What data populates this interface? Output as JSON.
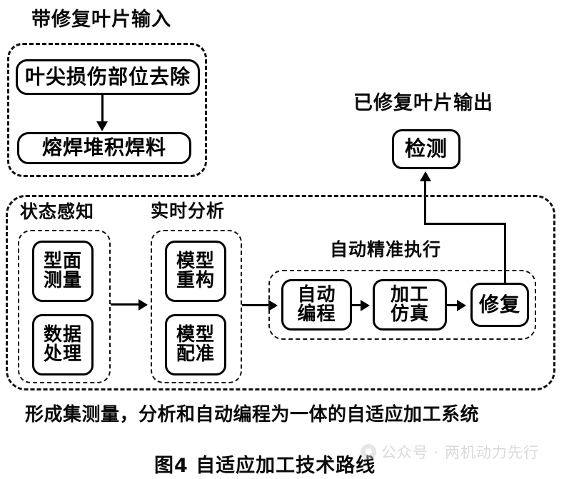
{
  "figure": {
    "caption_summary": "形成集测量，分析和自动编程为一体的自适应加工系统",
    "caption_figure": "图4  自适应加工技术路线"
  },
  "input_group": {
    "label": "带修复叶片输入",
    "nodes": [
      {
        "id": "tip-damage-removal",
        "text": "叶尖损伤部位去除"
      },
      {
        "id": "weld-deposit-filler",
        "text": "熔焊堆积焊料"
      }
    ]
  },
  "output_group": {
    "label": "已修复叶片输出",
    "node": {
      "id": "inspection",
      "text": "检测"
    }
  },
  "system_groups": [
    {
      "id": "state-sensing",
      "label": "状态感知",
      "nodes": [
        {
          "id": "profile-measurement",
          "line1": "型面",
          "line2": "测量"
        },
        {
          "id": "data-processing",
          "line1": "数据",
          "line2": "处理"
        }
      ]
    },
    {
      "id": "realtime-analysis",
      "label": "实时分析",
      "nodes": [
        {
          "id": "model-reconstruction",
          "line1": "模型",
          "line2": "重构"
        },
        {
          "id": "model-registration",
          "line1": "模型",
          "line2": "配准"
        }
      ]
    },
    {
      "id": "auto-precise-execution",
      "label": "自动精准执行",
      "nodes": [
        {
          "id": "auto-programming",
          "line1": "自动",
          "line2": "编程"
        },
        {
          "id": "machining-simulation",
          "line1": "加工",
          "line2": "仿真"
        },
        {
          "id": "repair",
          "line1": "修复",
          "line2": ""
        }
      ]
    }
  ],
  "watermark": {
    "text": "公众号 · 两机动力先行"
  },
  "colors": {
    "ink": "#000000",
    "watermark": "#aeaeae",
    "background": "#ffffff"
  }
}
